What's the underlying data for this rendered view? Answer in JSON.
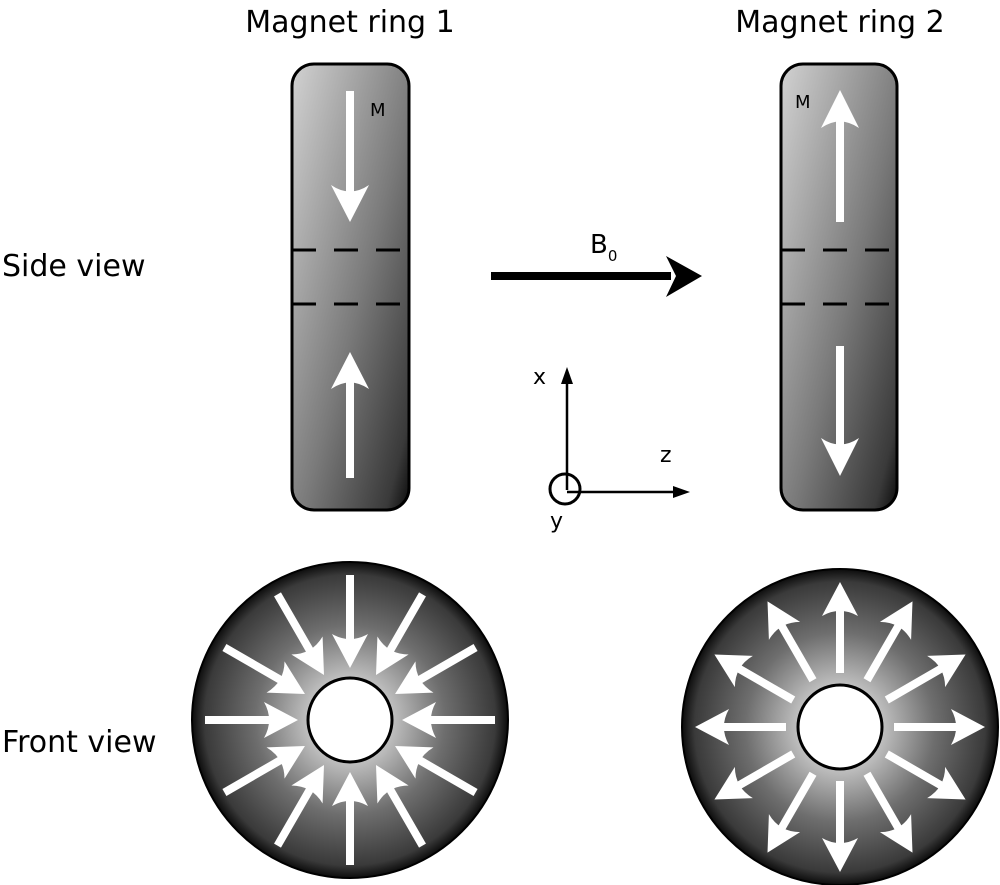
{
  "titles": {
    "ring1": "Magnet ring 1",
    "ring2": "Magnet ring 2"
  },
  "row_labels": {
    "side": "Side view",
    "front": "Front view"
  },
  "side_view": {
    "ring1": {
      "magnetization_label": "M",
      "top_arrow": "down",
      "bottom_arrow": "up"
    },
    "ring2": {
      "magnetization_label": "M",
      "top_arrow": "up",
      "bottom_arrow": "down"
    }
  },
  "field": {
    "label": "B",
    "subscript": "0",
    "direction": "+z"
  },
  "axes": {
    "x_label": "x",
    "y_label": "y",
    "z_label": "z",
    "y_direction": "out-of-page"
  },
  "front_view": {
    "ring1": {
      "arrow_count": 12,
      "direction": "inward"
    },
    "ring2": {
      "arrow_count": 12,
      "direction": "outward"
    }
  },
  "colors": {
    "ring_light": "#d0d0d0",
    "ring_dark": "#1a1a1a",
    "arrow": "#ffffff",
    "stroke": "#000000"
  }
}
